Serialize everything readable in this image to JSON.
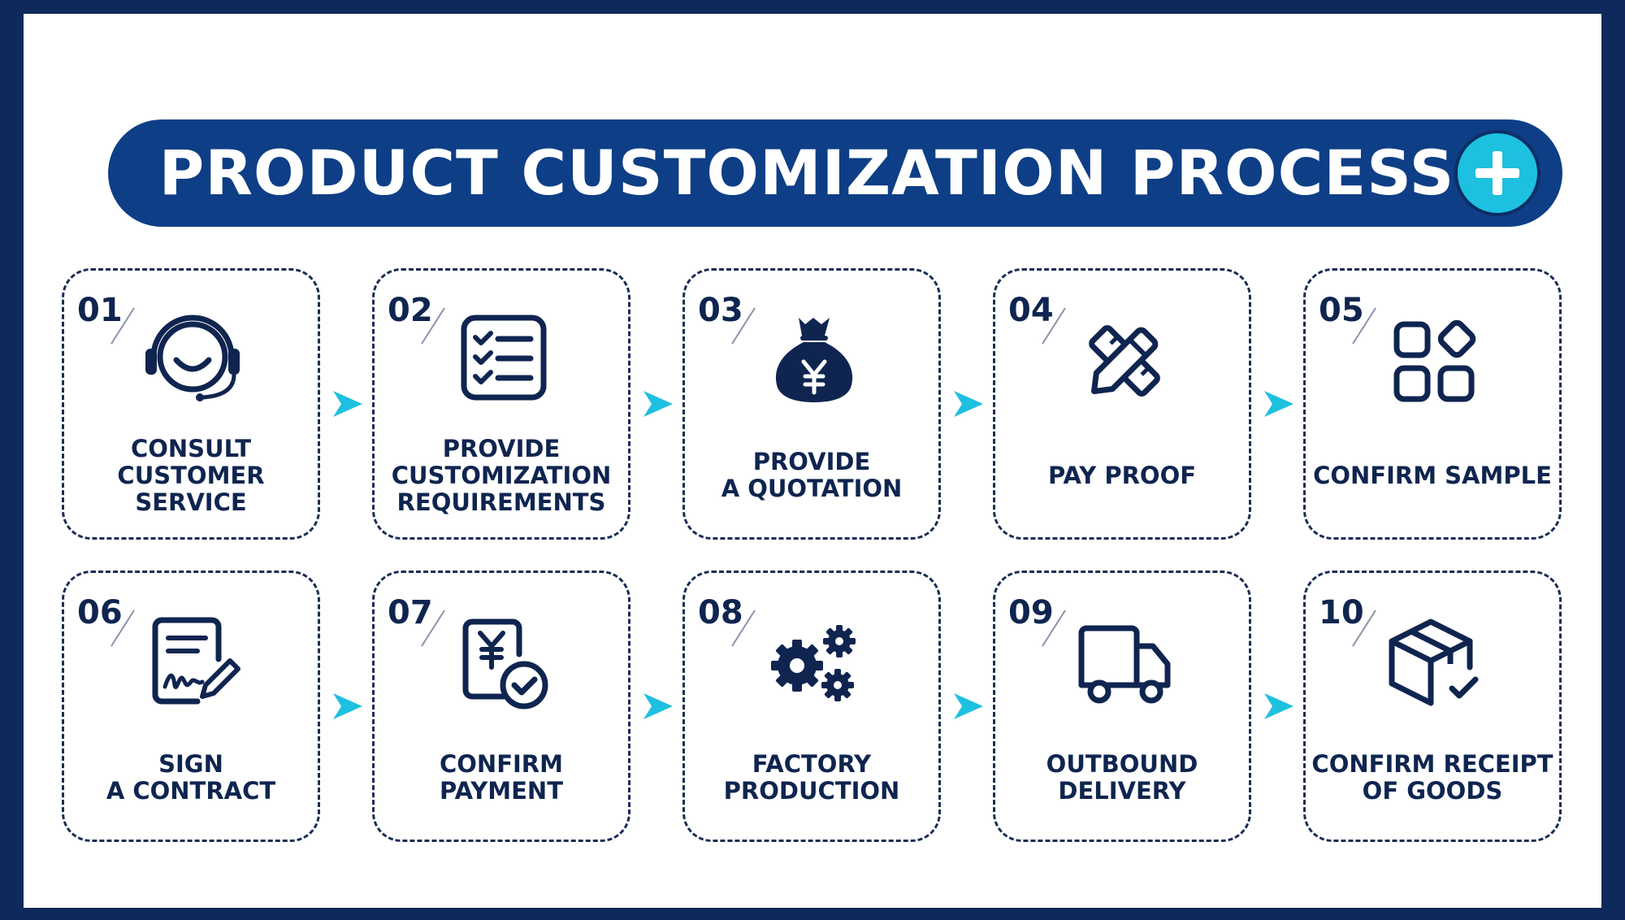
{
  "title": "PRODUCT CUSTOMIZATION PROCESS",
  "colors": {
    "navy": "#0e3e86",
    "dark": "#0f2550",
    "accent": "#1ec0e0",
    "background": "#ffffff",
    "frame": "#0e2a5c"
  },
  "steps": [
    {
      "num": "01",
      "label": "CONSULT\nCUSTOMER\nSERVICE",
      "icon": "headset-icon"
    },
    {
      "num": "02",
      "label": "PROVIDE\nCUSTOMIZATION\nREQUIREMENTS",
      "icon": "checklist-icon"
    },
    {
      "num": "03",
      "label": "PROVIDE\nA QUOTATION",
      "icon": "money-bag-icon"
    },
    {
      "num": "04",
      "label": "PAY PROOF",
      "icon": "pencil-ruler-icon"
    },
    {
      "num": "05",
      "label": "CONFIRM SAMPLE",
      "icon": "apps-grid-icon"
    },
    {
      "num": "06",
      "label": "SIGN\nA CONTRACT",
      "icon": "contract-signature-icon"
    },
    {
      "num": "07",
      "label": "CONFIRM\nPAYMENT",
      "icon": "payment-check-icon"
    },
    {
      "num": "08",
      "label": "FACTORY\nPRODUCTION",
      "icon": "gears-icon"
    },
    {
      "num": "09",
      "label": "OUTBOUND\nDELIVERY",
      "icon": "truck-icon"
    },
    {
      "num": "10",
      "label": "CONFIRM RECEIPT\nOF GOODS",
      "icon": "package-check-icon"
    }
  ]
}
